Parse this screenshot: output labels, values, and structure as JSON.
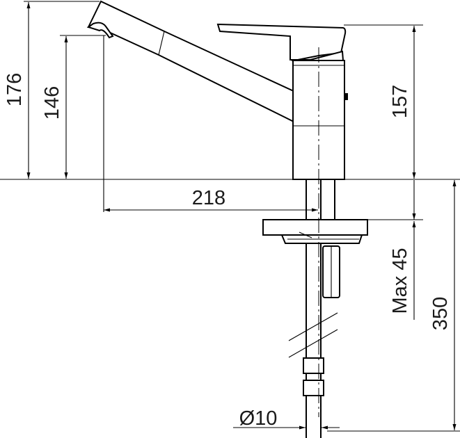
{
  "dimensions": {
    "total_height": "176",
    "spout_height": "146",
    "body_height": "157",
    "spout_reach": "218",
    "max_countertop": "Max 45",
    "hose_length": "350",
    "pipe_diameter": "Ø10"
  }
}
